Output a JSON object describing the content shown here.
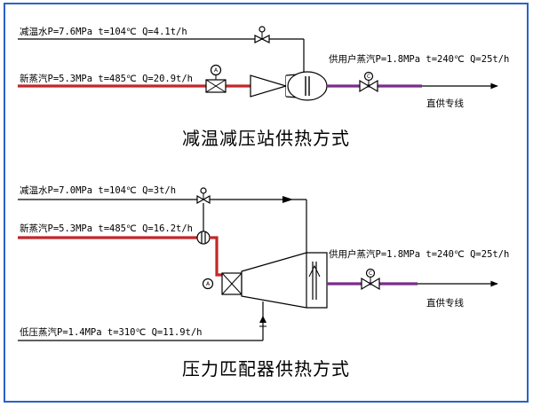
{
  "colors": {
    "frame": "#2a62c8",
    "steam_pipe": "#c0282a",
    "supply_pipe": "#7b2c8a"
  },
  "top": {
    "line_water": "减温水P=7.6MPa t=104℃ Q=4.1t/h",
    "line_steam": "新蒸汽P=5.3MPa t=485℃ Q=20.9t/h",
    "line_supply": "供用户蒸汽P=1.8MPa t=240℃ Q=25t/h",
    "dest": "直供专线",
    "gauge_a": "A",
    "gauge_c": "C",
    "caption": "减温减压站供热方式"
  },
  "bottom": {
    "line_water": "减温水P=7.0MPa t=104℃ Q=3t/h",
    "line_steam": "新蒸汽P=5.3MPa t=485℃ Q=16.2t/h",
    "line_supply": "供用户蒸汽P=1.8MPa t=240℃ Q=25t/h",
    "line_low": "低压蒸汽P=1.4MPa t=310℃ Q=11.9t/h",
    "dest": "直供专线",
    "gauge_a": "A",
    "gauge_c": "C",
    "caption": "压力匹配器供热方式"
  }
}
